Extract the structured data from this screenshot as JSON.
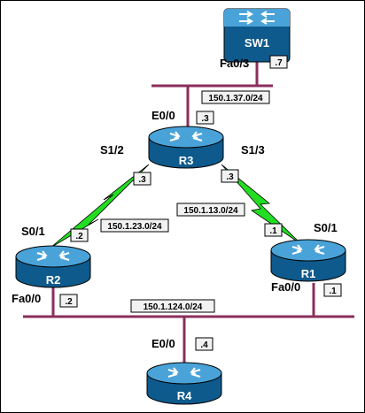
{
  "colors": {
    "ethernet": "#8b2e5c",
    "serial": "#22dd22",
    "device": "#1a6fa8",
    "device_light": "#4aa3d8",
    "label_box": "#f2f2f2"
  },
  "devices": {
    "sw1": {
      "name": "SW1",
      "icon": "switch-icon"
    },
    "r3": {
      "name": "R3",
      "icon": "router-icon"
    },
    "r2": {
      "name": "R2",
      "icon": "router-icon"
    },
    "r1": {
      "name": "R1",
      "icon": "router-icon"
    },
    "r4": {
      "name": "R4",
      "icon": "router-icon"
    }
  },
  "interfaces": {
    "sw1_fa03": "Fa0/3",
    "r3_e00": "E0/0",
    "r3_s12": "S1/2",
    "r3_s13": "S1/3",
    "r2_s01": "S0/1",
    "r1_s01": "S0/1",
    "r2_fa00": "Fa0/0",
    "r1_fa00": "Fa0/0",
    "r4_e00": "E0/0"
  },
  "host_ids": {
    "sw1": ".7",
    "r3_e00": ".3",
    "r3_s12": ".3",
    "r3_s13": ".3",
    "r2_s01": ".2",
    "r1_s01": ".1",
    "r2_fa00": ".2",
    "r1_fa00": ".1",
    "r4_e00": ".4"
  },
  "subnets": {
    "net_37": "150.1.37.0/24",
    "net_23": "150.1.23.0/24",
    "net_13": "150.1.13.0/24",
    "net_124": "150.1.124.0/24"
  }
}
